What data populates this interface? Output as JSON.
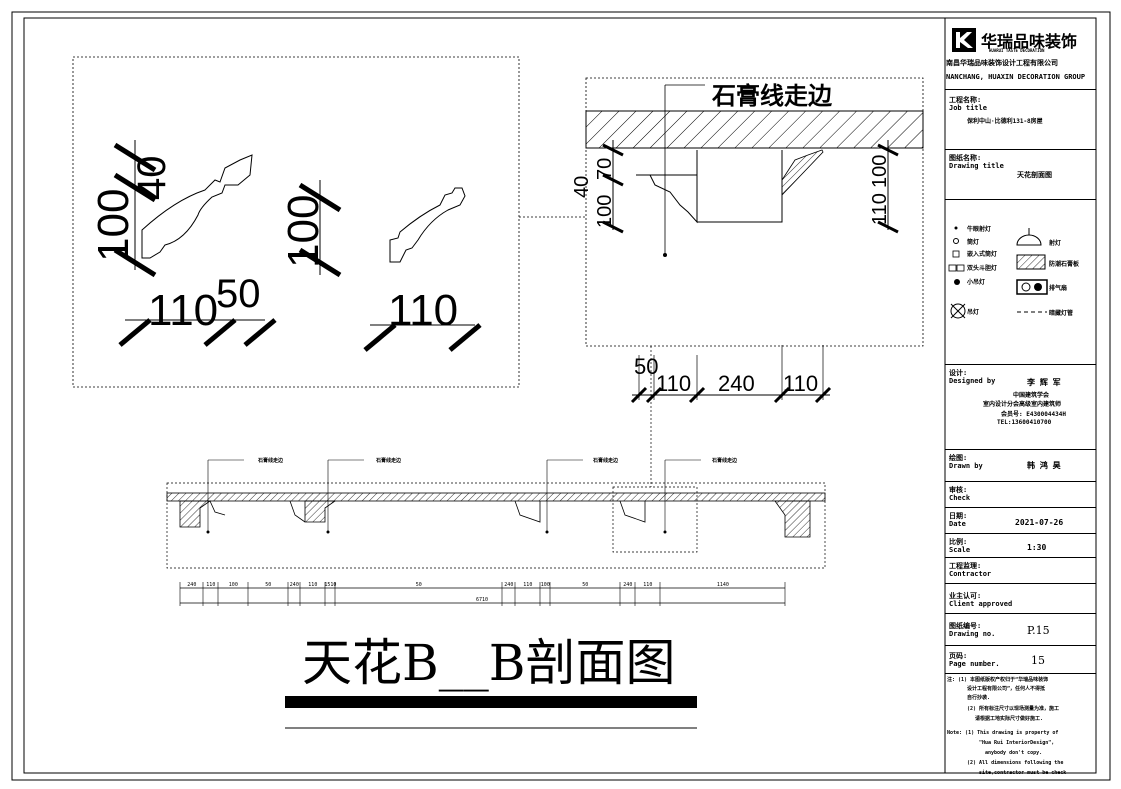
{
  "detail_title": "石膏线走边",
  "dims_left": {
    "d100": "100",
    "d40": "40",
    "d110": "110",
    "d50": "50"
  },
  "dims_mid": {
    "d100": "100",
    "d110": "110"
  },
  "dims_right": {
    "d40": "40",
    "d70": "70",
    "d100a": "100",
    "d110": "110",
    "d100b": "100"
  },
  "dims_bottom": {
    "d50": "50",
    "d110a": "110",
    "d240": "240",
    "d110b": "110"
  },
  "section_title": "天花B__B剖面图",
  "title_block": {
    "company_logo": "华瑞品味装饰",
    "company_sub": "HUARUI TASTE DECORATION",
    "company_cn": "南昌华瑞品味装饰设计工程有限公司",
    "company_en": "NANCHANG, HUAXIN DECORATION GROUP",
    "job_label_cn": "工程名称:",
    "job_label_en": "Job title",
    "job_value": "保利中山·比德利131-8房屋",
    "drawing_label_cn": "图纸名称:",
    "drawing_label_en": "Drawing title",
    "drawing_value": "天花剖面图",
    "designer_label_cn": "设计:",
    "designer_label_en": "Designed by",
    "designer_name": "李 辉 军",
    "designer_org": "中国建筑学会",
    "designer_org2": "室内设计分会高级室内建筑师",
    "designer_cert": "会员号: E430004434H",
    "designer_tel": "TEL:13600410700",
    "drawn_label_cn": "绘图:",
    "drawn_label_en": "Drawn by",
    "drawn_name": "韩 鸿 昊",
    "check_label_cn": "审核:",
    "check_label_en": "Check",
    "date_label_cn": "日期:",
    "date_label_en": "Date",
    "date_value": "2021-07-26",
    "scale_label_cn": "比例:",
    "scale_label_en": "Scale",
    "scale_value": "1:30",
    "contractor_label_cn": "工程监理:",
    "contractor_label_en": "Contractor",
    "client_label_cn": "业主认可:",
    "client_label_en": "Client approved",
    "drawing_no_label_cn": "图纸编号:",
    "drawing_no_label_en": "Drawing no.",
    "drawing_no_value": "P.15",
    "page_label_cn": "页码:",
    "page_label_en": "Page number.",
    "page_value": "15",
    "note_cn1": "注: (1) 本图纸版权产权归于“华瑞品味装饰",
    "note_cn2": "设计工程有限公司”，任何人不得抵",
    "note_cn3": "自行抄袭.",
    "note_cn4": "(2) 所有标注尺寸以现场测量为准，施工",
    "note_cn5": "请根据工地实际尺寸做好施工.",
    "note_en1": "Note: (1) This drawing is property of",
    "note_en2": "\"Hua Rui InteriorDesign\",",
    "note_en3": "anybody don't copy.",
    "note_en4": "(2) All dimensions following the",
    "note_en5": "site,contractor must be check"
  },
  "legend": {
    "l1": "牛眼射灯",
    "l2": "筒灯",
    "l3": "嵌入式筒灯",
    "l4": "双头斗胆灯",
    "l5": "小吊灯",
    "l6": "吊灯",
    "r1": "射灯",
    "r2": "防潮石膏板",
    "r3": "排气扇",
    "r4": "暗藏灯管"
  },
  "section_labels": {
    "a": "石膏线走边",
    "b": "石膏线走边",
    "c": "石膏线走边",
    "d": "石膏线走边"
  },
  "section_dims": [
    "240",
    "110",
    "100",
    "50",
    "240",
    "110",
    "1510",
    "50",
    "240",
    "110",
    "100",
    "50",
    "240",
    "110",
    "1140"
  ],
  "section_total": "6710"
}
